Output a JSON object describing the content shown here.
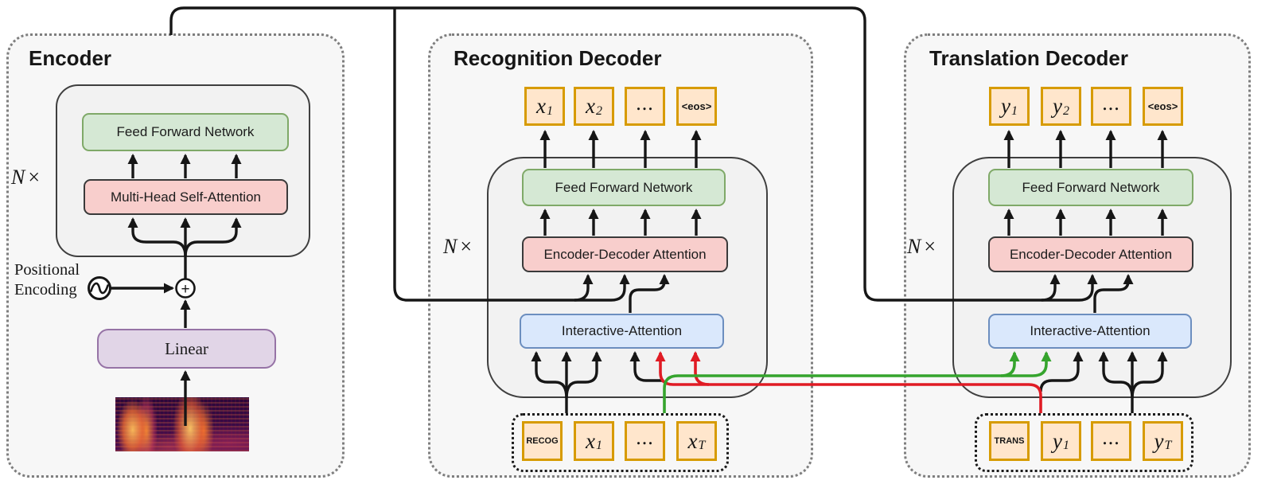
{
  "figure": {
    "type": "model-architecture-diagram",
    "description": "Speech translation transformer with interactive attention between recognition and translation decoders"
  },
  "encoder": {
    "title": "Encoder",
    "repeat_n": "N",
    "times": "×",
    "ffn_label": "Feed Forward Network",
    "mhsa_label": "Multi-Head Self-Attention",
    "pos_enc_line1": "Positional",
    "pos_enc_line2": "Encoding",
    "plus_symbol": "+",
    "linear_label": "Linear"
  },
  "recognition_decoder": {
    "title": "Recognition Decoder",
    "repeat_n": "N",
    "times": "×",
    "ffn_label": "Feed Forward Network",
    "eda_label": "Encoder-Decoder Attention",
    "ia_label": "Interactive-Attention",
    "outputs": [
      {
        "base": "x",
        "sub": "1"
      },
      {
        "base": "x",
        "sub": "2"
      },
      {
        "base": "..."
      },
      {
        "base": "<eos>"
      }
    ],
    "inputs": [
      {
        "base": "RECOG"
      },
      {
        "base": "x",
        "sub": "1"
      },
      {
        "base": "..."
      },
      {
        "base": "x",
        "sub": "T"
      }
    ]
  },
  "translation_decoder": {
    "title": "Translation Decoder",
    "repeat_n": "N",
    "times": "×",
    "ffn_label": "Feed Forward Network",
    "eda_label": "Encoder-Decoder Attention",
    "ia_label": "Interactive-Attention",
    "outputs": [
      {
        "base": "y",
        "sub": "1"
      },
      {
        "base": "y",
        "sub": "2"
      },
      {
        "base": "..."
      },
      {
        "base": "<eos>"
      }
    ],
    "inputs": [
      {
        "base": "TRANS"
      },
      {
        "base": "y",
        "sub": "1"
      },
      {
        "base": "..."
      },
      {
        "base": "y",
        "sub": "T"
      }
    ]
  },
  "colors": {
    "wire_black": "#161616",
    "recognition_embedding_wire_green": "#35a42d",
    "translation_embedding_wire_red": "#e01b24",
    "ffn_fill": "#d5e8d4",
    "ffn_border": "#7fa968",
    "attention_fill": "#f8cecc",
    "interactive_attention_fill": "#dae8fc",
    "interactive_attention_border": "#6c8ebf",
    "linear_fill": "#e1d5e7",
    "linear_border": "#9673a6",
    "token_fill": "#ffe6cc",
    "token_border": "#d79b00"
  }
}
